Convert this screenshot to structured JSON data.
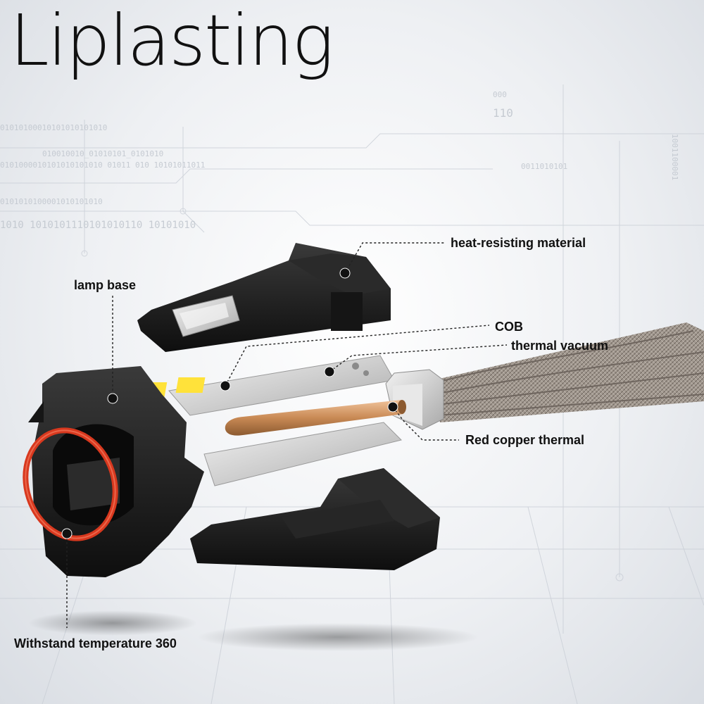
{
  "brand": {
    "name": "Liplasting"
  },
  "colors": {
    "part_black": "#1b1b1b",
    "aluminum": "#d8d8d8",
    "copper": "#c98a55",
    "o_ring": "#d8381e",
    "chip_yellow": "#ffe23a",
    "braid": "#9a8f85",
    "leader": "#222222"
  },
  "callouts": {
    "heat_resisting": "heat-resisting material",
    "lamp_base": "lamp base",
    "cob": "COB",
    "thermal_vacuum": "thermal vacuum",
    "red_copper": "Red copper thermal",
    "withstand": "Withstand temperature 360"
  },
  "background_code": {
    "row1": "01010100010101010101010",
    "row2": "010010010_01010101_0101010",
    "row3": "0101000010101010101010   01011 010 10101011011",
    "row4": "0101010100001010101010",
    "row5": "1010   1010101110101010110     10101010",
    "row6": "000",
    "row7": "110",
    "row8": "0011010101",
    "row9": "1001100001"
  },
  "icons": [
    "leader-dot-icon"
  ]
}
